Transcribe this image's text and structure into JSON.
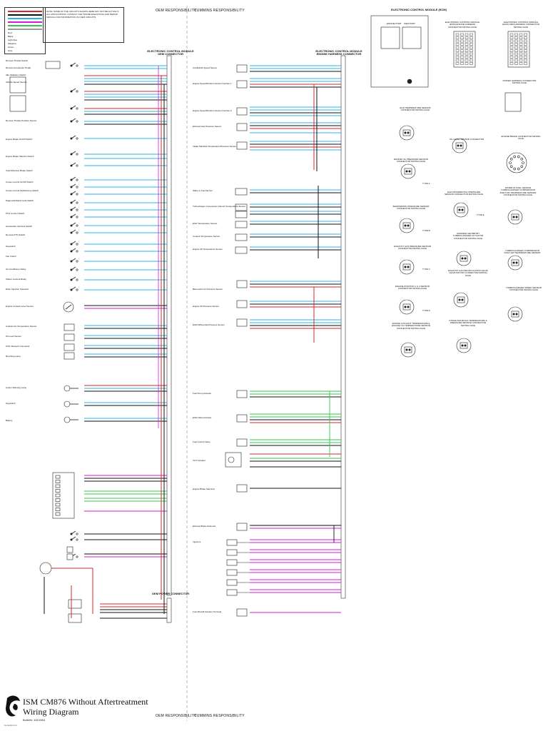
{
  "document": {
    "title": "ISM CM876 Without Aftertreatment",
    "subtitle": "Wiring Diagram",
    "bulletin": "Bulletin: 4021964",
    "copyright": "Cummins Inc."
  },
  "header": {
    "left": "OEM RESPONSIBILITY",
    "right": "CUMMINS RESPONSIBILITY"
  },
  "footer": {
    "left": "OEM RESPONSIBILITY",
    "right": "CUMMINS RESPONSIBILITY"
  },
  "legend": {
    "items": [
      {
        "label": "Red",
        "color": "#d8262b"
      },
      {
        "label": "Black",
        "color": "#111111"
      },
      {
        "label": "Light blue",
        "color": "#2ab4e6"
      },
      {
        "label": "Magenta",
        "color": "#d21bd5"
      },
      {
        "label": "Green",
        "color": "#31c84a"
      },
      {
        "label": "Gray",
        "color": "#9a9a9a"
      }
    ]
  },
  "note": "NOTE: SOME OF THE CIRCUITS SHOWN HERE MAY NOT BE ACTIVE IN ALL APPLICATIONS. CONSULT THE TROUBLESHOOTING AND REPAIR MANUAL FOR INFORMATION ON OEM CIRCUITS.",
  "oem_connector": {
    "title": "ELECTRONIC CONTROL MODULE OEM CONNECTOR",
    "components": [
      "Remote Throttle Switch",
      "Remote Accelerator Pedal",
      "Idle Validation Switch",
      "Vehicle Speed Sensor",
      "Remote Throttle Position Sensor",
      "Engine Brake On/Off Switch",
      "Engine Brake Selector Switch",
      "Clutch/Service Brake Switch",
      "Cruise Control On/Off Switch",
      "Cruise Control Set/Resume Switch",
      "Diagnostic/Fault Code Switch",
      "PTO Control Switch",
      "Accelerator Interlock Switch",
      "Remote PTO Switch",
      "Keyswitch",
      "Fan Clutch",
      "Air Conditioner Relay",
      "Starter Lockout Relay",
      "Ether Injection Solenoid",
      "Engine Coolant Level Sensor",
      "Ambient Air Temperature Sensor",
      "Oil Level Sensor",
      "9-Pin Deutsch Connector",
      "Red Stop Lamp",
      "Amber Warning Lamp",
      "Keyswitch",
      "Battery"
    ],
    "power_title": "OEM POWER CONNECTOR"
  },
  "engine_connector": {
    "title": "ELECTRONIC CONTROL MODULE ENGINE HARNESS CONNECTOR",
    "components": [
      "Crankshaft Speed Sensor",
      "Engine Speed/Position Sensor Number 1",
      "Engine Speed/Position Sensor Number 2",
      "Exhaust Gas Pressure Sensor",
      "Intake Manifold Temperature/Pressure Sensor",
      "Water in Fuel Sensor",
      "Turbocharger Compressor Inlet Air Temperature Sensor",
      "EGR Temperature Sensor",
      "Coolant Temperature Sensor",
      "Engine Oil Temperature Sensor",
      "Barometric Air Pressure Sensor",
      "Engine Oil Pressure Sensor",
      "EGR Differential Pressure Sensor",
      "Fuel Pump Actuator",
      "EGR Valve Actuator",
      "Fuel Control Valve",
      "VGT Actuator",
      "Engine Brake Solenoid",
      "Exhaust Brake Solenoid",
      "Injectors",
      "Fuel Shutoff Actuator Terminal"
    ]
  },
  "right_panel": {
    "ecm": {
      "title": "ELECTRONIC CONTROL MODULE (ECM)",
      "port_engine": "ENGINE PORT",
      "port_oem": "OEM PORT"
    },
    "connectors": [
      {
        "label": "ELECTRONIC CONTROL MODULE (ECM) ENGINE HARNESS CONNECTOR MATING FACE"
      },
      {
        "label": "ELECTRONIC CONTROL MODULE (ECM) OEM HARNESS CONNECTOR MATING FACE"
      },
      {
        "label": "POWER HARNESS CONNECTOR MATING FACE"
      },
      {
        "label": "EGR TEMPERATURE SENSOR CONNECTOR MATING FACE"
      },
      {
        "label": "ENGINE OIL PRESSURE SENSOR CONNECTOR MATING FACE"
      },
      {
        "label": "OIL LEVEL SENSOR CONNECTOR"
      },
      {
        "label": "ENGINE BRAKE CONNECTOR MATING FACE"
      },
      {
        "label": "BAROMETRIC PRESSURE SENSOR CONNECTOR MATING FACE"
      },
      {
        "label": "EGR DIFFERENTIAL PRESSURE SENSOR CONNECTOR MATING FACE"
      },
      {
        "label": "WATER-IN-FUEL SENSOR TURBOCHARGER COMPRESSOR INLET AIR TEMPERATURE SENSOR CONNECTOR MATING FACE"
      },
      {
        "label": "VARIABLE GEOMETRY TURBOCHARGER ACTUATOR CONNECTOR MATING FACE"
      },
      {
        "label": "EXHAUST GAS PRESSURE SENSOR CONNECTOR MATING FACE"
      },
      {
        "label": "TURBOCHARGER COMPRESSOR INLET AIR TEMPERATURE SENSOR"
      },
      {
        "label": "EXHAUST GAS RECIRCULATION (EGR) VALVE MOTOR CONNECTOR MATING FACE"
      },
      {
        "label": "ENGINE POSITION 1 & 2 SENSOR CONNECTOR MATING FACE"
      },
      {
        "label": "TURBOCHARGER SPEED SENSOR CONNECTOR MATING FACE"
      },
      {
        "label": "ENGINE COOLANT TEMPERATURE & ENGINE OIL TEMPERATURE SENSOR CONNECTOR MATING FACE"
      },
      {
        "label": "INTAKE MANIFOLD TEMPERATURE & PRESSURE SENSOR CONNECTOR MATING FACE"
      }
    ],
    "types": [
      "TYPE A",
      "TYPE B",
      "TYPE C",
      "TYPE D",
      "TYPE E"
    ]
  },
  "wire_colors": {
    "red": "#d8262b",
    "black": "#111111",
    "blue": "#2ab4e6",
    "magenta": "#d21bd5",
    "green": "#31c84a",
    "gray": "#8a8a8a"
  }
}
